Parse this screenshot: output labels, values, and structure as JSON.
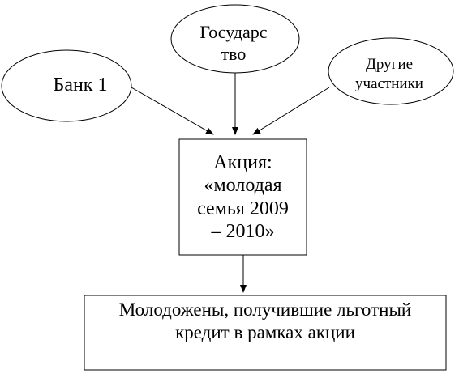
{
  "diagram": {
    "nodes": {
      "bank": {
        "label": "Банк 1"
      },
      "state": {
        "label": "Государс\nтво"
      },
      "others": {
        "label": "Другие\nучастники"
      },
      "action": {
        "label": "Акция:\n«молодая\nсемья 2009\n– 2010»"
      },
      "result": {
        "label": "Молодожены, получившие льготный\nкредит в рамках акции"
      }
    },
    "edges": [
      {
        "from": "bank",
        "to": "action"
      },
      {
        "from": "state",
        "to": "action"
      },
      {
        "from": "others",
        "to": "action"
      },
      {
        "from": "action",
        "to": "result"
      }
    ],
    "colors": {
      "stroke": "#000000",
      "fill": "#ffffff",
      "text": "#000000"
    }
  }
}
